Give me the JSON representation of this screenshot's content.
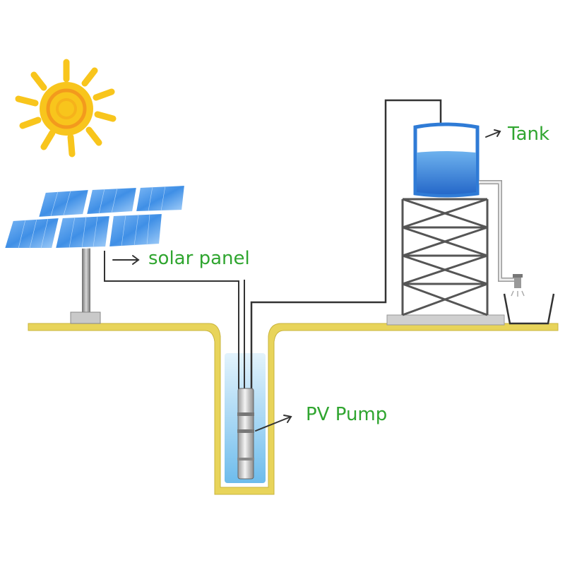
{
  "labels": {
    "solar_panel": "solar panel",
    "pv_pump": "PV Pump",
    "tank": "Tank"
  },
  "colors": {
    "label_text": "#2fa52f",
    "ground": "#e8d45a",
    "ground_edge": "#c9b43c",
    "water_light": "#d2ecfa",
    "water_deep": "#7cc4ee",
    "tank_water": "#2f7bd6",
    "panel_blue": "#3f8fe6",
    "sun_yellow": "#f8c51c",
    "sun_orange": "#f3a51e",
    "wire": "#333333",
    "frame": "#555555"
  },
  "icons": {
    "sun": "sun-icon",
    "panel": "solar-panel-icon",
    "pump": "pump-icon",
    "tank": "tank-icon",
    "tap": "faucet-icon"
  }
}
